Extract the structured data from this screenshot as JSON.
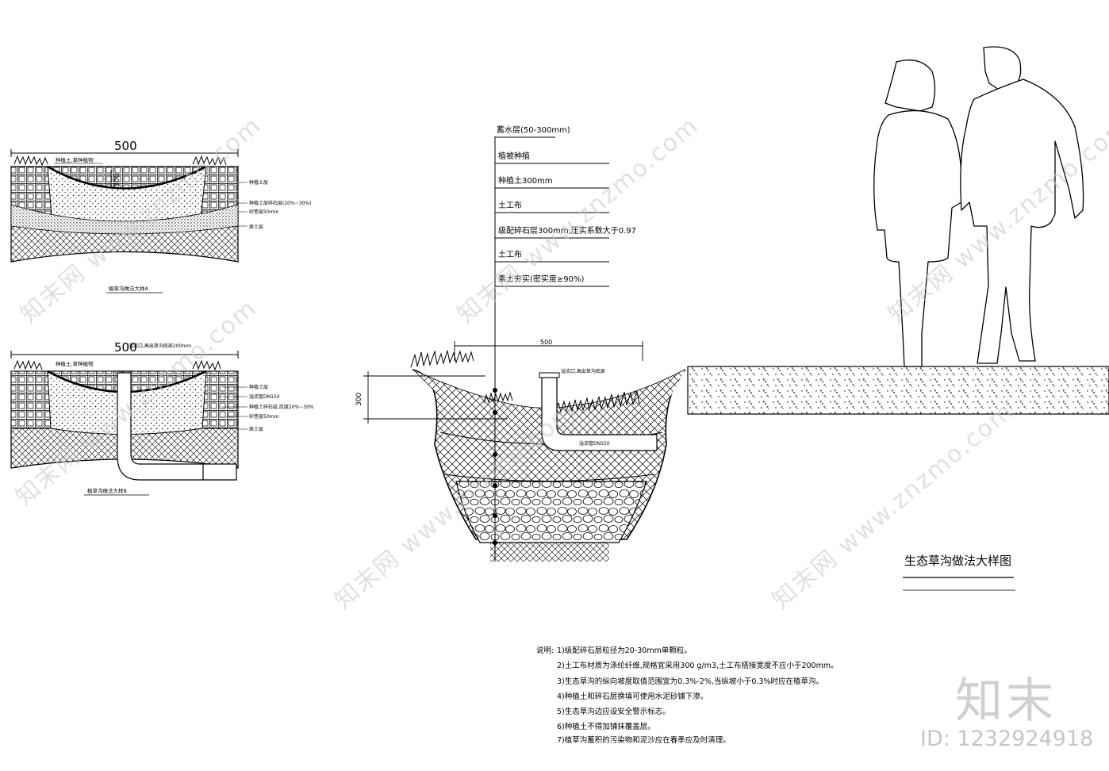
{
  "drawing_title": "生态草沟做法大样图",
  "watermark": {
    "brand": "知末",
    "site_text": "知末网 www.znzmo.com",
    "id_text": "ID: 1232924918"
  },
  "detail_a": {
    "dimension": "500",
    "depth_dim": "300",
    "surface_label": "种植土,草种植物",
    "layer_labels": [
      "种植土层",
      "种植土层碎石层(20%~30%)",
      "砂垫层50mm",
      "原土层"
    ],
    "caption": "植草沟做法大样A"
  },
  "detail_b": {
    "dimension": "500",
    "top_label": "溢流口,高出草沟底部200mm",
    "surface_label": "种植土,草种植物",
    "layer_labels": [
      "种植土层",
      "溢流管DN150",
      "种植土碎石层,厚度20%~30%",
      "砂垫层50mm",
      "原土层"
    ],
    "caption": "植草沟做法大样B"
  },
  "main_section": {
    "dimension_top": "500",
    "dimension_side": "300",
    "overflow_label": "溢流口,高出草沟底部",
    "pipe_label": "溢流管DN150",
    "layers": [
      "蓄水层(50-300mm)",
      "植被种植",
      "种植土300mm",
      "土工布",
      "级配碎石层300mm,压实系数大于0.97",
      "土工布",
      "素土夯实(密实度≥90%)"
    ]
  },
  "notes": {
    "heading": "说明:",
    "items": [
      "1)级配碎石层粒径为20-30mm单颗粒。",
      "2)土工布材质为涤纶纤维,规格宜采用300 g/m3,土工布搭接宽度不应小于200mm。",
      "3)生态草沟的纵向坡度取值范围宜为0.3%-2%,当纵坡小于0.3%时应在植草沟。",
      "4)种植土和碎石层换填可使用水泥砂铺下渗。",
      "5)生态草沟边应设安全警示标志。",
      "6)种植土不得加铺抹覆盖层。",
      "7)植草沟蓄积的污染物和泥沙应在春季应及时清理。"
    ]
  }
}
